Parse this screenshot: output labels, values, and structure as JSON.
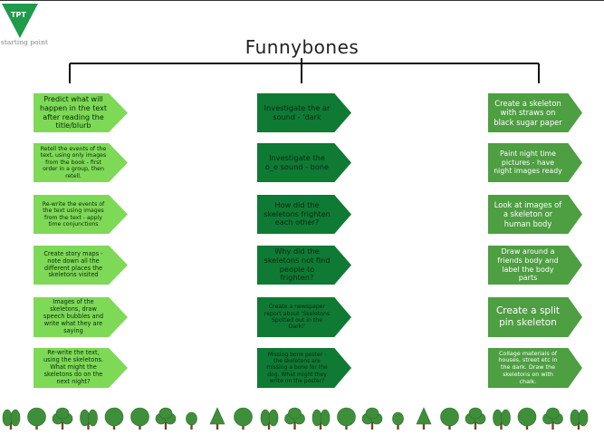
{
  "logo": {
    "label": "TPT",
    "tagline": "starting point"
  },
  "title": "Funnybones",
  "columns": [
    {
      "cards": [
        "Predict what will happen in the text after reading the title/blurb",
        "Retell the events of the text, using only images from the book - first order in a group, then retell.",
        "Re-write the events of the text using images from the text - apply time conjunctions",
        "Create story maps - note down all the different places the skeletons visited",
        "Images of the skeletons, draw speech bubbles and write what they are saying",
        "Re-write the text, using the skeletons. What might the skeletons do on the next night?"
      ]
    },
    {
      "cards": [
        "Investigate the ar sound - 'dark",
        "Investigate the o_e sound - bone",
        "How did the skeletons frighten each other?",
        "Why did the skeletons not find people to frighten?",
        "Create a newspaper report about 'Skeletons Spotted out in the Dark!'",
        "Missing bone poster - the skeletons are missing a bone for the dog. What might they write on the poster?"
      ]
    },
    {
      "cards": [
        "Create a skeleton with straws on black sugar paper",
        "Paint night time pictures - have night images ready",
        "Look at images of a skeleton or human body",
        "Draw around a friends body and label the body parts",
        "Create a split pin skeleton",
        "Collage materials of houses, street etc in the dark. Draw the skeletons on with chalk."
      ]
    }
  ],
  "colors": {
    "light_green": "#7ed957",
    "dark_green": "#0f7a34",
    "mid_green": "#4e9e42",
    "tree": "#3f8f3a"
  }
}
